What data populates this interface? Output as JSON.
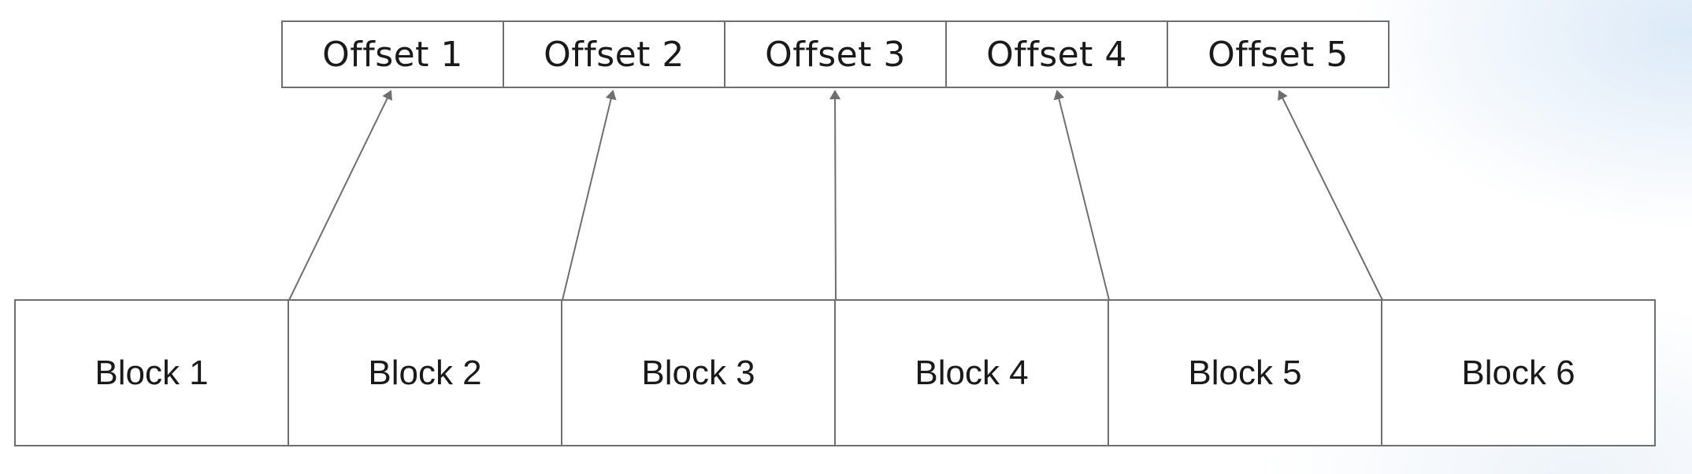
{
  "diagram": {
    "offsets": [
      {
        "label": "Offset 1"
      },
      {
        "label": "Offset 2"
      },
      {
        "label": "Offset 3"
      },
      {
        "label": "Offset 4"
      },
      {
        "label": "Offset 5"
      }
    ],
    "blocks": [
      {
        "label": "Block 1"
      },
      {
        "label": "Block 2"
      },
      {
        "label": "Block 3"
      },
      {
        "label": "Block 4"
      },
      {
        "label": "Block 5"
      },
      {
        "label": "Block 6"
      }
    ],
    "arrows": [
      {
        "from": "block-boundary-1-2",
        "to": "offset-1"
      },
      {
        "from": "block-boundary-2-3",
        "to": "offset-2"
      },
      {
        "from": "block-boundary-3-4",
        "to": "offset-3"
      },
      {
        "from": "block-boundary-4-5",
        "to": "offset-4"
      },
      {
        "from": "block-boundary-5-6",
        "to": "offset-5"
      }
    ],
    "colors": {
      "stroke": "#6f6f6f",
      "text": "#1a1a1a"
    }
  }
}
